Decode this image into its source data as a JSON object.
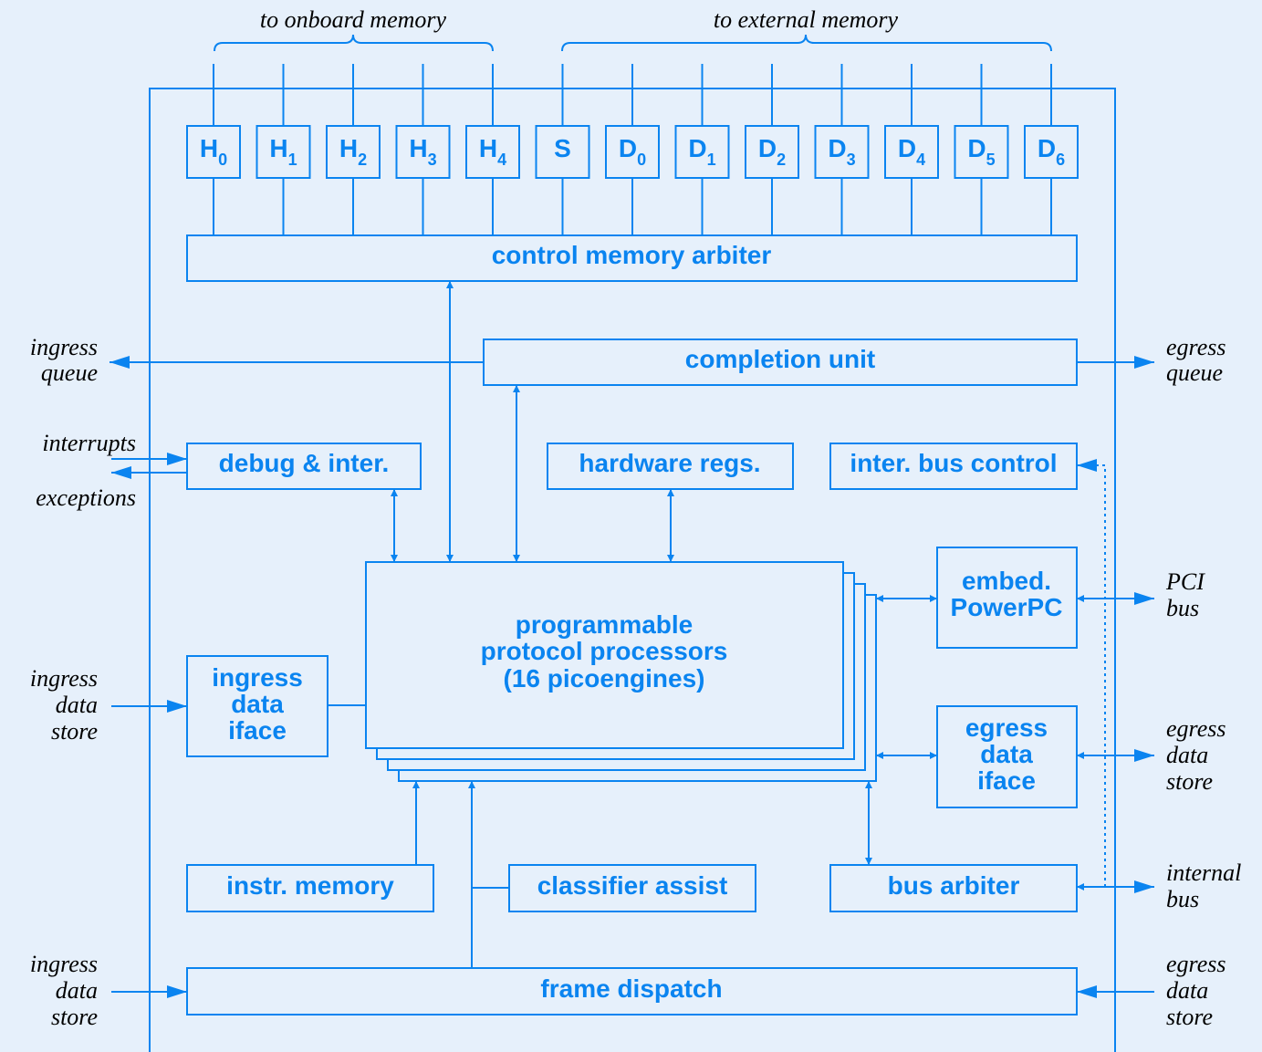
{
  "top_labels": {
    "onboard": "to onboard memory",
    "external": "to external memory"
  },
  "memory_banks": [
    {
      "base": "H",
      "sub": "0"
    },
    {
      "base": "H",
      "sub": "1"
    },
    {
      "base": "H",
      "sub": "2"
    },
    {
      "base": "H",
      "sub": "3"
    },
    {
      "base": "H",
      "sub": "4"
    },
    {
      "base": "S",
      "sub": ""
    },
    {
      "base": "D",
      "sub": "0"
    },
    {
      "base": "D",
      "sub": "1"
    },
    {
      "base": "D",
      "sub": "2"
    },
    {
      "base": "D",
      "sub": "3"
    },
    {
      "base": "D",
      "sub": "4"
    },
    {
      "base": "D",
      "sub": "5"
    },
    {
      "base": "D",
      "sub": "6"
    }
  ],
  "blocks": {
    "control_memory_arbiter": "control memory arbiter",
    "completion_unit": "completion unit",
    "debug_inter": "debug & inter.",
    "hardware_regs": "hardware regs.",
    "inter_bus_control": "inter. bus control",
    "embed_powerpc": [
      "embed.",
      "PowerPC"
    ],
    "processors": [
      "programmable",
      "protocol processors",
      "(16 picoengines)"
    ],
    "ingress_data_iface": [
      "ingress",
      "data",
      "iface"
    ],
    "egress_data_iface": [
      "egress",
      "data",
      "iface"
    ],
    "instr_memory": "instr. memory",
    "classifier_assist": "classifier assist",
    "bus_arbiter": "bus arbiter",
    "frame_dispatch": "frame dispatch"
  },
  "external": {
    "ingress_queue": [
      "ingress",
      "queue"
    ],
    "egress_queue": [
      "egress",
      "queue"
    ],
    "interrupts": "interrupts",
    "exceptions": "exceptions",
    "pci_bus": [
      "PCI",
      "bus"
    ],
    "ingress_data_store_mid": [
      "ingress",
      "data",
      "store"
    ],
    "egress_data_store_mid": [
      "egress",
      "data",
      "store"
    ],
    "internal_bus": [
      "internal",
      "bus"
    ],
    "ingress_data_store_bottom": [
      "ingress",
      "data",
      "store"
    ],
    "egress_data_store_bottom": [
      "egress",
      "data",
      "store"
    ]
  },
  "colors": {
    "accent": "#0a84f0",
    "background": "#e6f0fb",
    "external_text": "#000000"
  }
}
